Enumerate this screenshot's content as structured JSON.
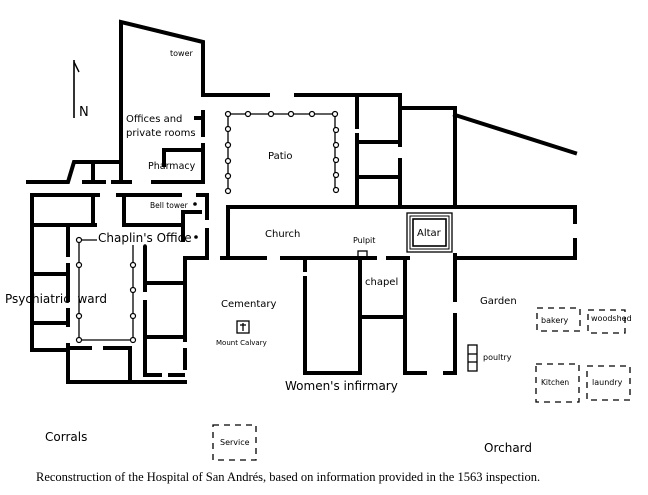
{
  "north_label": "N",
  "labels": {
    "tower": "tower",
    "offices_1": "Offices and",
    "offices_2": "private rooms",
    "pharmacy": "Pharmacy",
    "patio": "Patio",
    "bell_tower": "Bell tower",
    "chaplins_office": "Chaplin's Office",
    "church": "Church",
    "pulpit": "Pulpit",
    "altar": "Altar",
    "chapel": "chapel",
    "psychiatric_ward": "Psychiatric  ward",
    "cementary": "Cementary",
    "mount_calvary": "Mount Calvary",
    "womens_infirmary": "Women's infirmary",
    "garden": "Garden",
    "bakery": "bakery",
    "woodshed": "woodshed",
    "poultry": "poultry",
    "kitchen": "Kitchen",
    "laundry": "laundry",
    "corrals": "Corrals",
    "service": "Service",
    "orchard": "Orchard"
  },
  "caption": "Reconstruction of the Hospital of San Andrés, based on information provided in the 1563 inspection."
}
